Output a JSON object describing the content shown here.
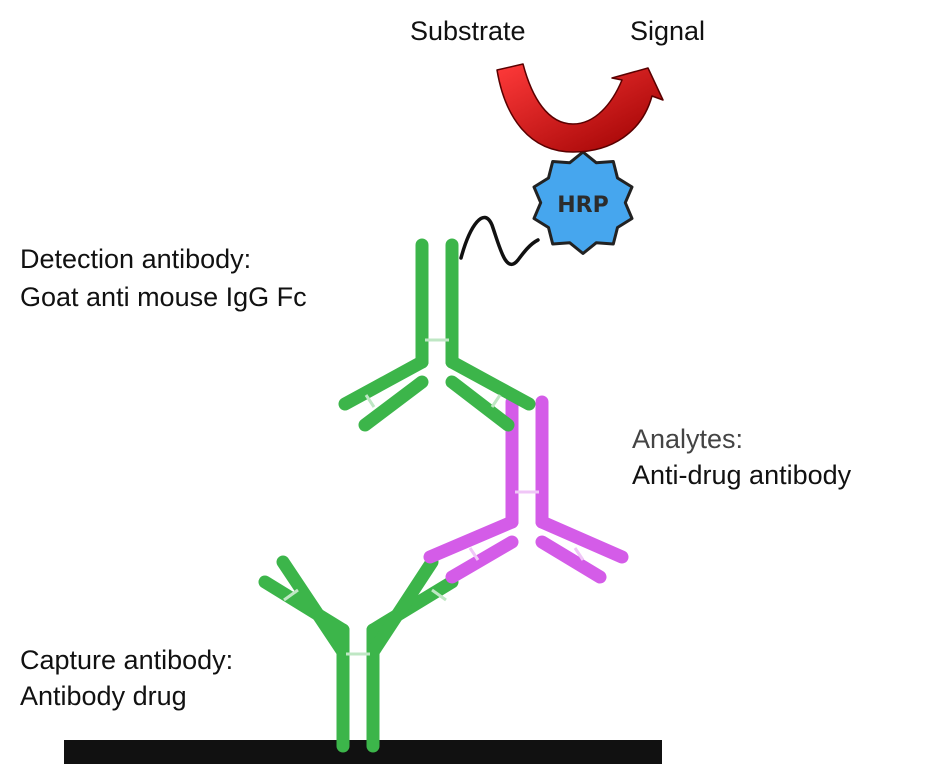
{
  "labels": {
    "substrate": "Substrate",
    "signal": "Signal",
    "enzyme": "HRP",
    "detection_title": "Detection antibody:",
    "detection_sub": "Goat anti mouse IgG Fc",
    "analyte_title": "Analytes:",
    "analyte_sub": "Anti-drug antibody",
    "capture_title": "Capture antibody:",
    "capture_sub": "Antibody drug"
  },
  "colors": {
    "capture_antibody": "#3cb54a",
    "detection_antibody": "#3cb54a",
    "analyte_antibody": "#d45ce8",
    "enzyme_fill": "#46a6ee",
    "arrow_red": "#e11a1a",
    "surface": "#111111"
  }
}
